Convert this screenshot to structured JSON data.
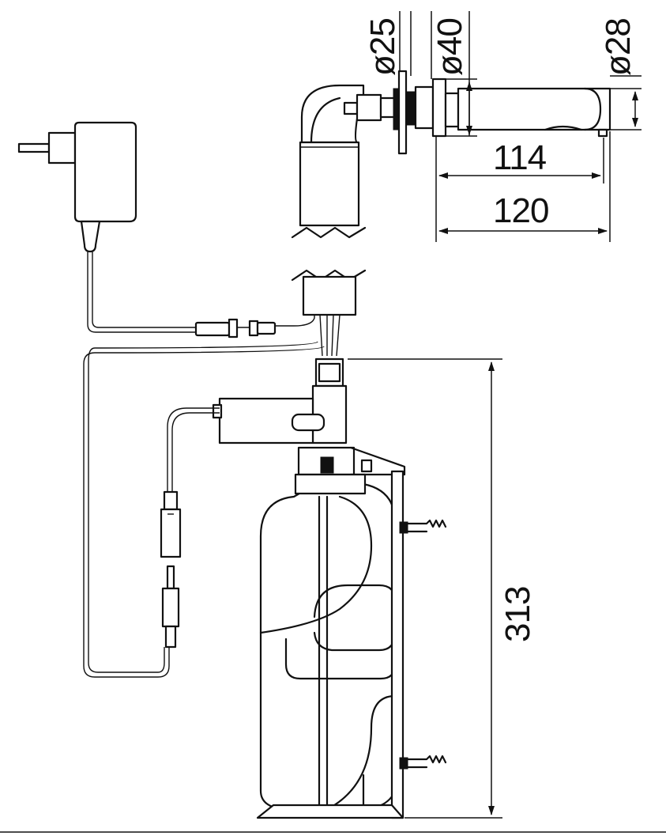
{
  "dimensions": {
    "diameter_inlet": "ø25",
    "diameter_flange": "ø40",
    "diameter_spout": "ø28",
    "spout_length": "114",
    "overall_length": "120",
    "tank_height": "313"
  }
}
